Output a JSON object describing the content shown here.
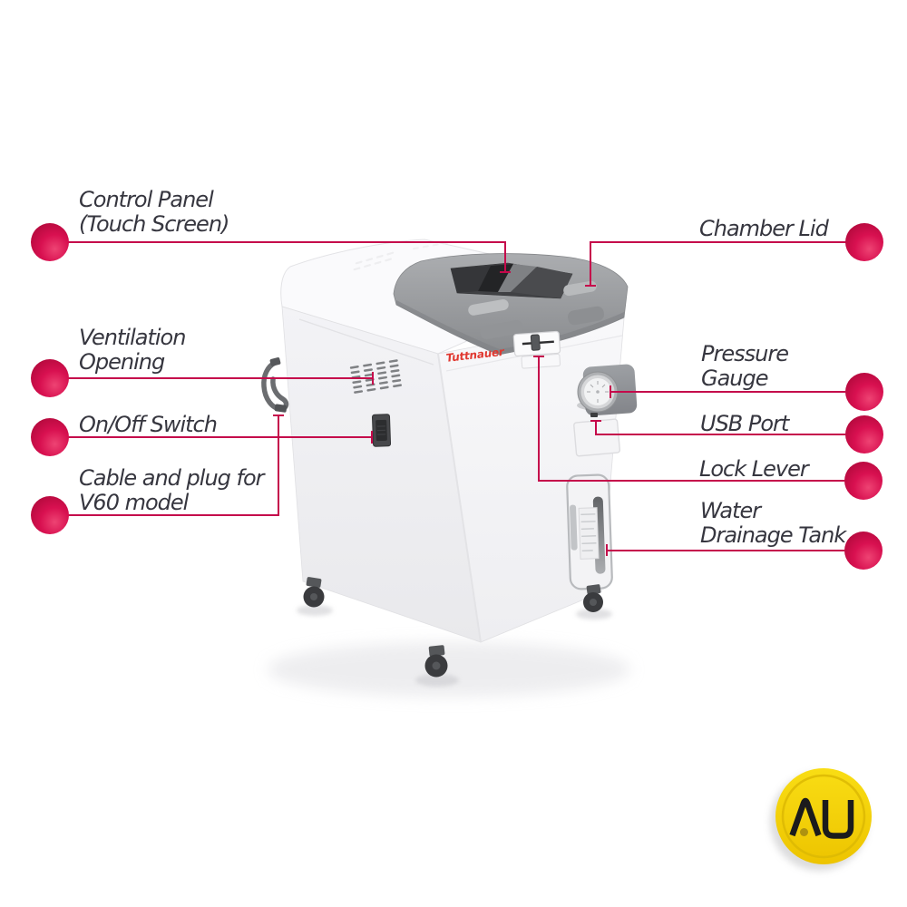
{
  "title": "Tuttnauer autoclave annotated parts diagram",
  "machine": {
    "brand": "Tuttnauer"
  },
  "badge": {
    "monogram": "AU",
    "shape": "yellow-coin"
  },
  "colors": {
    "accent_line": "#C5094B",
    "dot_light": "#EE4373",
    "dot_dark": "#AB0838",
    "label_text": "#36363F",
    "brand_red": "#E03931",
    "badge_yellow": "#F6D704",
    "lid_gray": "#9A9CA0",
    "body_white": "#F5F5F7"
  },
  "callouts": {
    "control_panel": {
      "line1": "Control Panel",
      "line2": "(Touch Screen)"
    },
    "ventilation": {
      "line1": "Ventilation",
      "line2": "Opening"
    },
    "power": {
      "line1": "On/Off Switch"
    },
    "cable": {
      "line1": "Cable and plug for",
      "line2": "V60 model"
    },
    "chamber_lid": {
      "line1": "Chamber Lid"
    },
    "pressure_gauge": {
      "line1": "Pressure",
      "line2": "Gauge"
    },
    "usb_port": {
      "line1": "USB Port"
    },
    "lock_lever": {
      "line1": "Lock Lever"
    },
    "water_tank": {
      "line1": "Water",
      "line2": "Drainage Tank"
    }
  }
}
